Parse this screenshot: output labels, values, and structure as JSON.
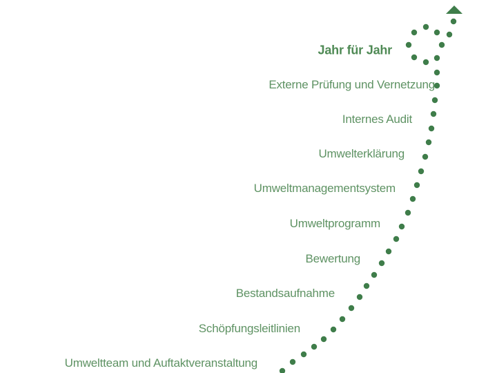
{
  "heading": "Jahr für Jahr",
  "steps": [
    "Externe Prüfung und Vernetzung",
    "Internes Audit",
    "Umwelterklärung",
    "Umweltmanagementsystem",
    "Umweltprogramm",
    "Bewertung",
    "Bestandsaufnahme",
    "Schöpfungsleitlinien",
    "Umweltteam und Auftaktveranstaltung"
  ],
  "colors": {
    "dots": "#3f7d4a",
    "text": "#5e9263"
  }
}
